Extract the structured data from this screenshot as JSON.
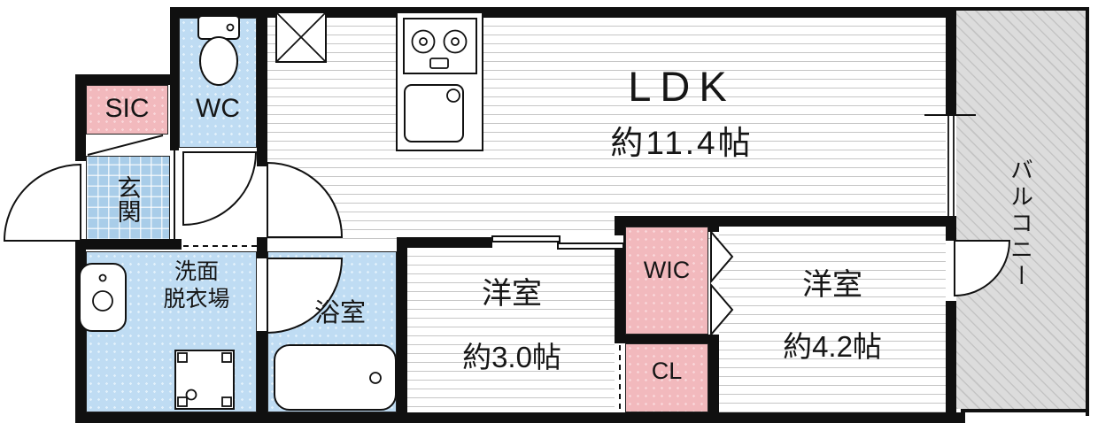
{
  "rooms": {
    "sic": {
      "label": "SIC"
    },
    "wc": {
      "label": "WC"
    },
    "genkan": {
      "label": "玄関"
    },
    "ldk": {
      "label": "LDK",
      "size": "約11.4帖"
    },
    "washroom": {
      "label_line1": "洗面",
      "label_line2": "脱衣場"
    },
    "bathroom": {
      "label": "浴室"
    },
    "western_room_3": {
      "label": "洋室",
      "size": "約3.0帖"
    },
    "wic": {
      "label": "WIC"
    },
    "closet": {
      "label": "CL"
    },
    "western_room_4": {
      "label": "洋室",
      "size": "約4.2帖"
    },
    "balcony": {
      "label": "バルコニー"
    }
  },
  "colors": {
    "wall": "#101010",
    "closet_pink": "#f2b9bd",
    "wet_area_blue": "#bfdcf3",
    "genkan_blue": "#a9cde9",
    "balcony_gray": "#d6d6d6",
    "floor_stripe": "#c6c6c6",
    "background": "#ffffff"
  },
  "fixtures": [
    "toilet",
    "gas-stove",
    "kitchen-sink",
    "pipe-shaft",
    "washbasin",
    "washing-machine-pan",
    "bathtub"
  ]
}
